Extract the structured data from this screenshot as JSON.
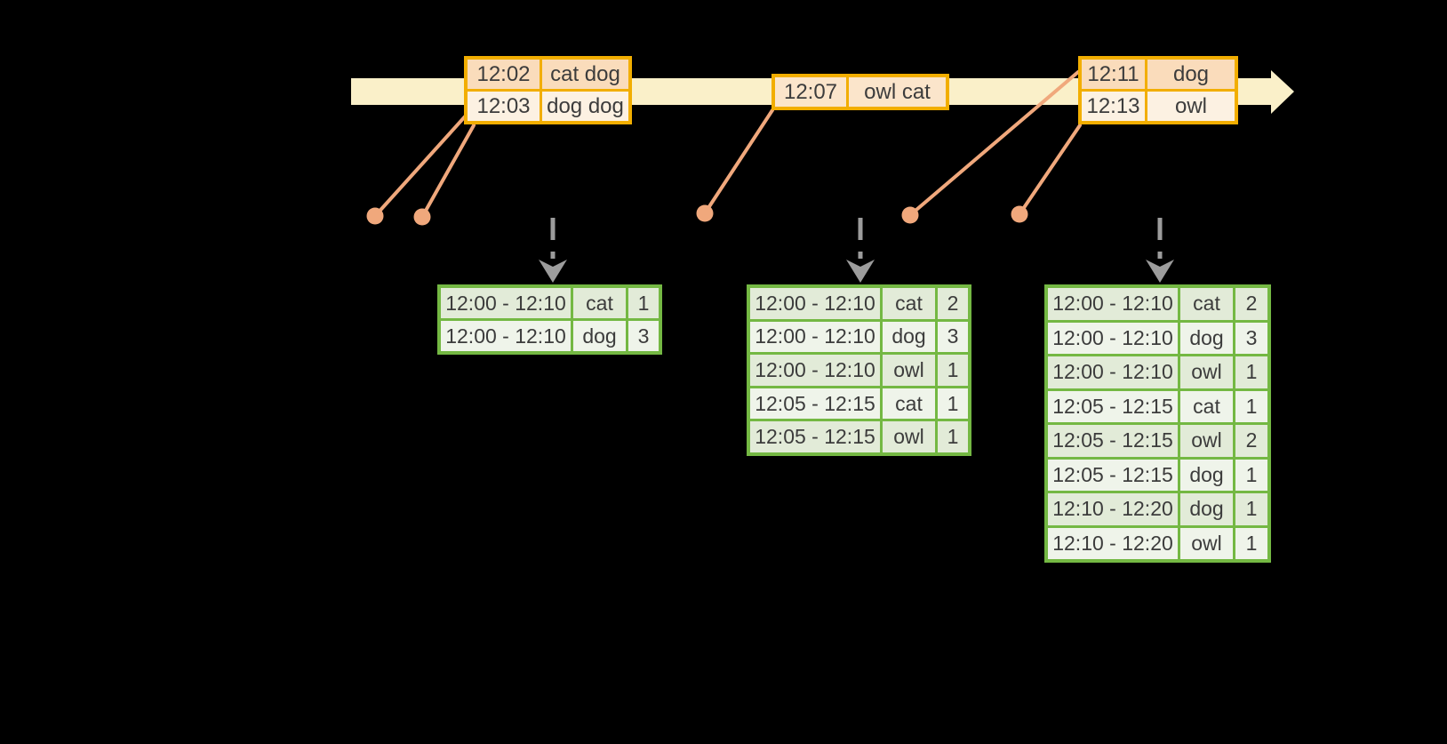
{
  "colors": {
    "background": "#000000",
    "timeline_fill": "#FAF0C9",
    "event_border": "#F2AE00",
    "event_row_dark": "#FADCBB",
    "event_row_light": "#FCF1E2",
    "event_row_mid": "#FBE5CB",
    "connector": "#F0A87C",
    "dashed_arrow": "#9C9C9C",
    "table_border": "#74B843",
    "table_row_dark": "#E2EBD8",
    "table_row_light": "#EFF4EA",
    "text": "#3C3C3C"
  },
  "icons": {
    "timeline_arrowhead": "right-arrow",
    "trigger_arrowhead": "down-chevron-arrow"
  },
  "event_boxes": [
    {
      "rows": [
        {
          "time": "12:02",
          "words": "cat dog"
        },
        {
          "time": "12:03",
          "words": "dog dog"
        }
      ]
    },
    {
      "rows": [
        {
          "time": "12:07",
          "words": "owl cat"
        }
      ]
    },
    {
      "rows": [
        {
          "time": "12:11",
          "words": "dog"
        },
        {
          "time": "12:13",
          "words": "owl"
        }
      ]
    }
  ],
  "result_tables": [
    {
      "rows": [
        {
          "window": "12:00 - 12:10",
          "word": "cat",
          "count": 1
        },
        {
          "window": "12:00 - 12:10",
          "word": "dog",
          "count": 3
        }
      ]
    },
    {
      "rows": [
        {
          "window": "12:00 - 12:10",
          "word": "cat",
          "count": 2
        },
        {
          "window": "12:00 - 12:10",
          "word": "dog",
          "count": 3
        },
        {
          "window": "12:00 - 12:10",
          "word": "owl",
          "count": 1
        },
        {
          "window": "12:05 - 12:15",
          "word": "cat",
          "count": 1
        },
        {
          "window": "12:05 - 12:15",
          "word": "owl",
          "count": 1
        }
      ]
    },
    {
      "rows": [
        {
          "window": "12:00 - 12:10",
          "word": "cat",
          "count": 2
        },
        {
          "window": "12:00 - 12:10",
          "word": "dog",
          "count": 3
        },
        {
          "window": "12:00 - 12:10",
          "word": "owl",
          "count": 1
        },
        {
          "window": "12:05 - 12:15",
          "word": "cat",
          "count": 1
        },
        {
          "window": "12:05 - 12:15",
          "word": "owl",
          "count": 2
        },
        {
          "window": "12:05 - 12:15",
          "word": "dog",
          "count": 1
        },
        {
          "window": "12:10 - 12:20",
          "word": "dog",
          "count": 1
        },
        {
          "window": "12:10 - 12:20",
          "word": "owl",
          "count": 1
        }
      ]
    }
  ]
}
